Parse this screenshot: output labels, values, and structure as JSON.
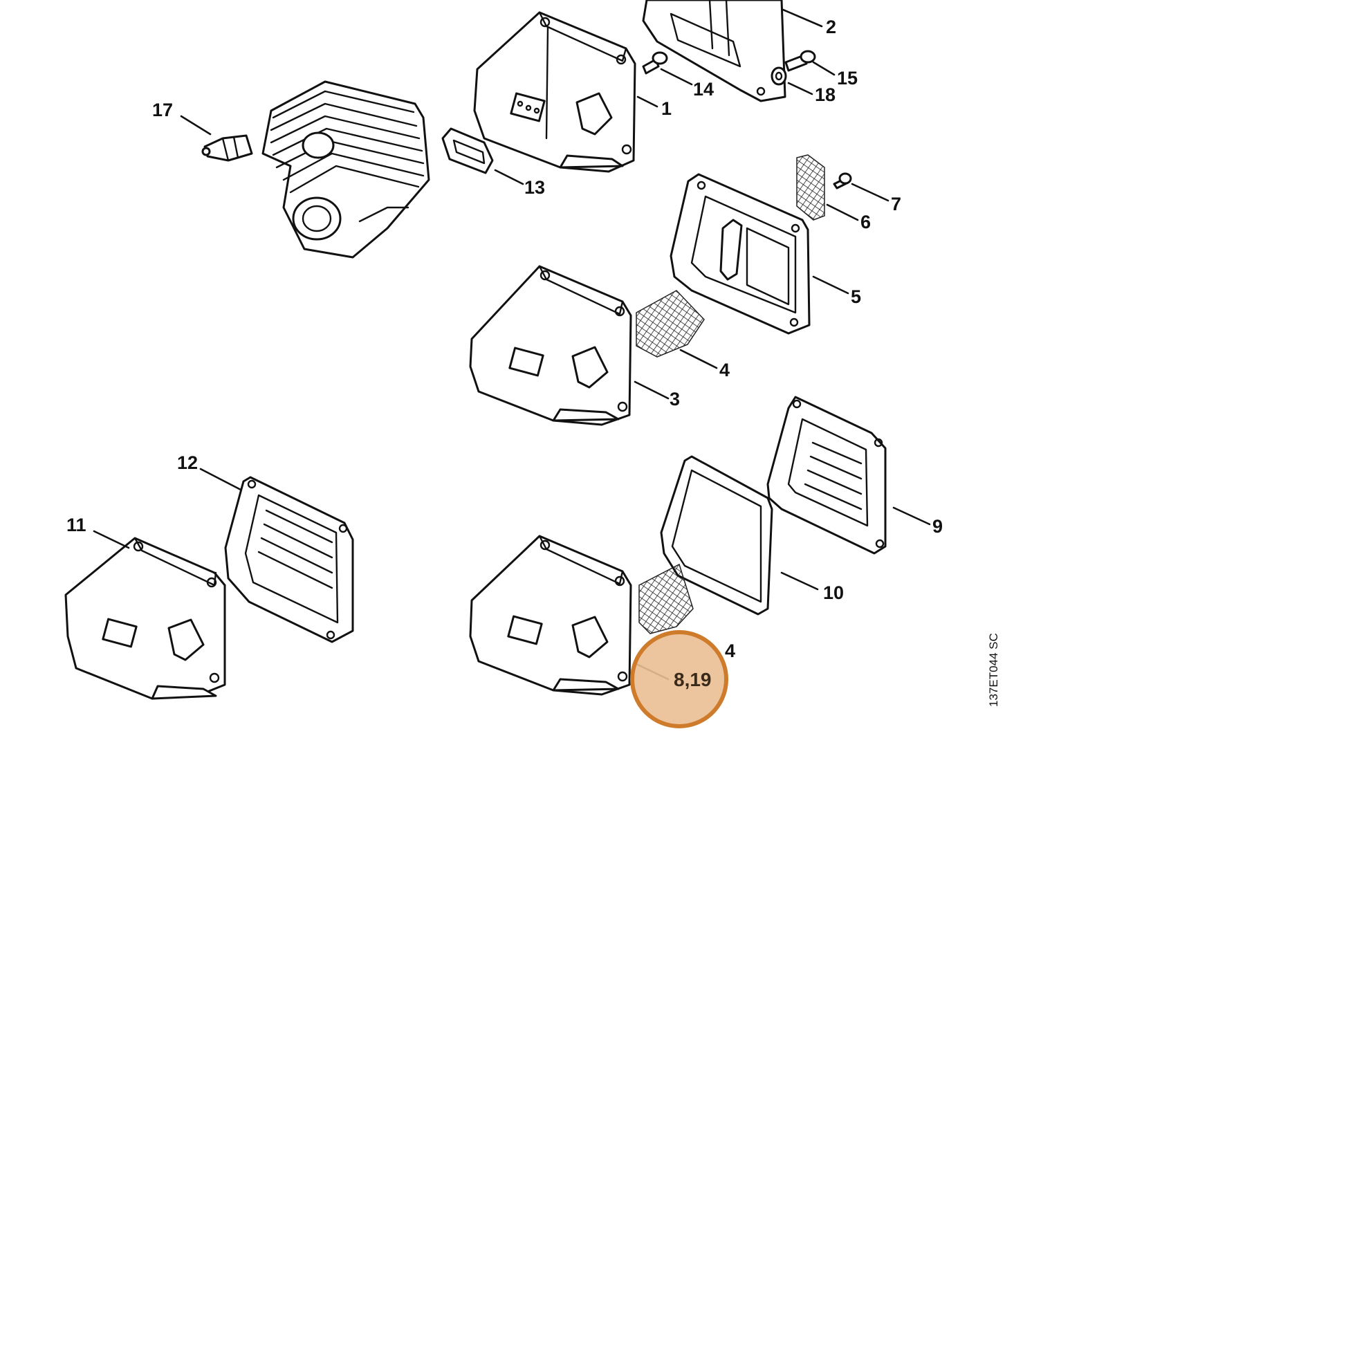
{
  "diagram": {
    "drawing_code": "137ET044 SC",
    "callouts": {
      "c1": "1",
      "c2": "2",
      "c3": "3",
      "c4a": "4",
      "c4b": "4",
      "c5": "5",
      "c6": "6",
      "c7": "7",
      "c9": "9",
      "c10": "10",
      "c11": "11",
      "c12": "12",
      "c13": "13",
      "c14": "14",
      "c15": "15",
      "c17": "17",
      "c18": "18"
    },
    "highlight": {
      "label": "8,19",
      "fill": "#eabf93",
      "stroke": "#cf7b2c"
    }
  }
}
